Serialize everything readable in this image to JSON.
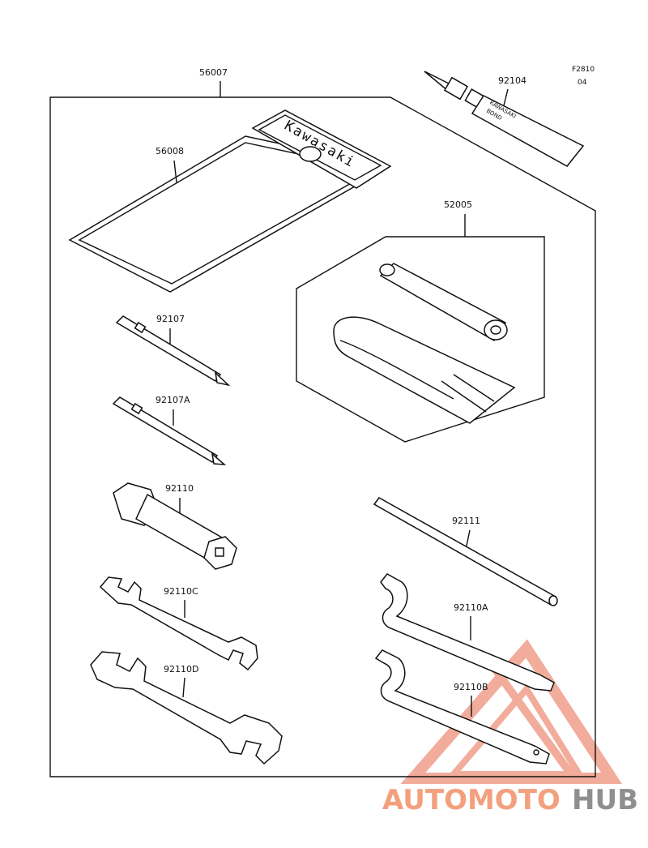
{
  "figure": {
    "ref_code": "F2810",
    "ref_sub": "04"
  },
  "parts": [
    {
      "id": "p56007",
      "number": "56007",
      "name": "tool-kit-assembly"
    },
    {
      "id": "p92104",
      "number": "92104",
      "name": "bond-tube",
      "text_line1": "KAWASAKI",
      "text_line2": "BOND"
    },
    {
      "id": "p56008",
      "number": "56008",
      "name": "tool-pouch",
      "brand": "Kawasaki"
    },
    {
      "id": "p52005",
      "number": "52005",
      "name": "tire-repair-kit"
    },
    {
      "id": "p92107",
      "number": "92107",
      "name": "screwdriver-bit"
    },
    {
      "id": "p92107A",
      "number": "92107A",
      "name": "screwdriver-bit-a"
    },
    {
      "id": "p92110",
      "number": "92110",
      "name": "spark-plug-wrench"
    },
    {
      "id": "p92111",
      "number": "92111",
      "name": "handle-bar"
    },
    {
      "id": "p92110C",
      "number": "92110C",
      "name": "open-end-wrench-small"
    },
    {
      "id": "p92110A",
      "number": "92110A",
      "name": "hook-wrench-a"
    },
    {
      "id": "p92110D",
      "number": "92110D",
      "name": "open-end-wrench-large"
    },
    {
      "id": "p92110B",
      "number": "92110B",
      "name": "hook-wrench-b"
    }
  ],
  "watermark": {
    "part1": "AUTOMOTO",
    "part2": "HUB",
    "color_primary": "#f29a7a",
    "color_secondary": "#9a9a9a"
  }
}
